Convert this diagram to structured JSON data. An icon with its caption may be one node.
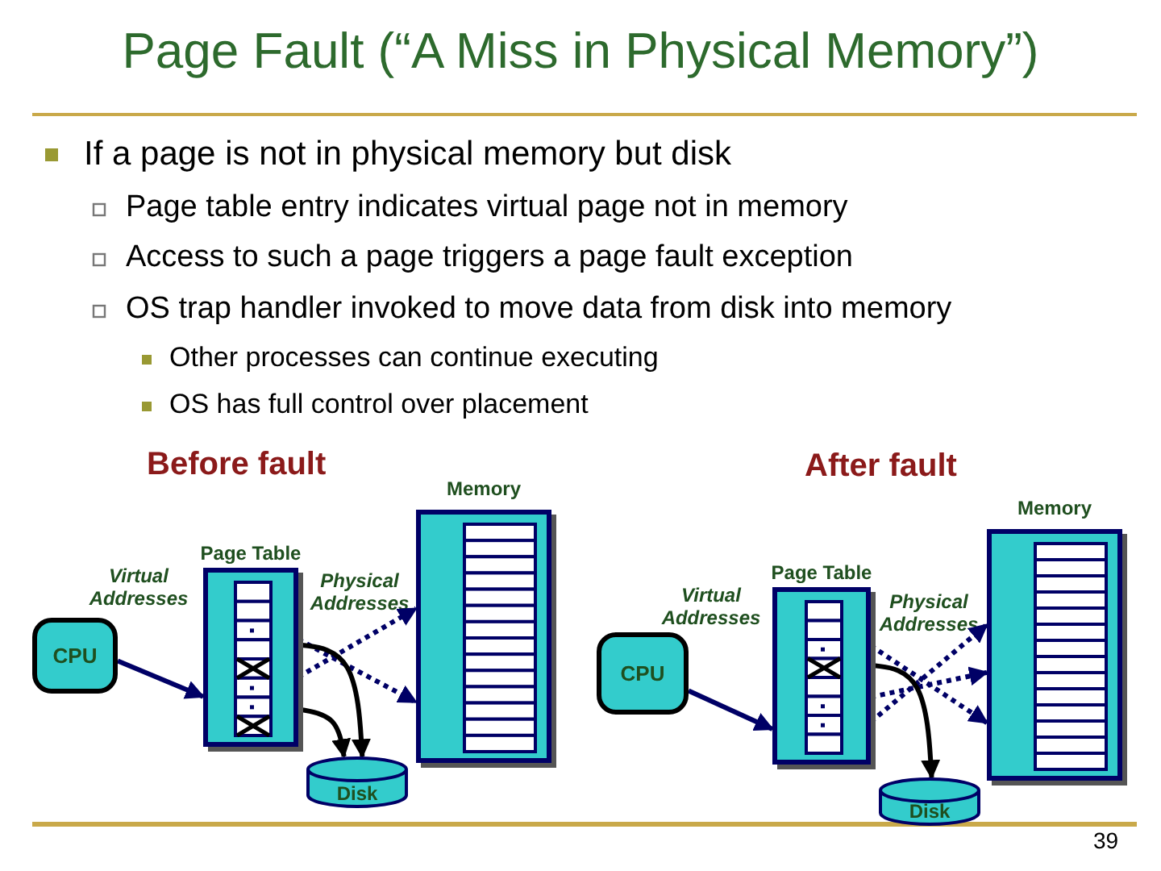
{
  "diagram": {
    "title": "Page Fault (“A Miss in Physical Memory”)",
    "nodes": [
      {
        "text": [
          "CPU"
        ]
      },
      {
        "text": [
          "Page Table"
        ]
      },
      {
        "text": [
          "Memory"
        ]
      },
      {
        "text": [
          "Disk"
        ]
      },
      {
        "text": [
          "CPU"
        ]
      },
      {
        "text": [
          "Page Table"
        ]
      },
      {
        "text": [
          "Memory"
        ]
      },
      {
        "text": [
          "Disk"
        ]
      }
    ],
    "edges": [
      {
        "from": 0,
        "to": 1,
        "arrow": "to"
      },
      {
        "from": 1,
        "to": 2,
        "arrow": "to",
        "style": "dashed"
      },
      {
        "from": 1,
        "to": 2,
        "arrow": "to",
        "style": "dashed"
      },
      {
        "from": 1,
        "to": 3,
        "arrow": "to",
        "color": "#000000"
      },
      {
        "from": 1,
        "to": 3,
        "arrow": "to",
        "color": "#000000"
      },
      {
        "from": 4,
        "to": 5,
        "arrow": "to"
      },
      {
        "from": 5,
        "to": 6,
        "arrow": "to",
        "style": "dashed"
      },
      {
        "from": 5,
        "to": 6,
        "arrow": "to",
        "style": "dashed"
      },
      {
        "from": 5,
        "to": 6,
        "arrow": "to",
        "style": "dashed"
      },
      {
        "from": 5,
        "to": 7,
        "arrow": "to",
        "color": "#000000"
      }
    ],
    "labels": [
      "If a page is not in physical memory but disk",
      "Page table entry indicates virtual page not in memory",
      "Access to such a page triggers a page fault exception",
      "OS trap handler invoked to move data from disk into memory",
      "Other processes can continue executing",
      "OS has full control over placement",
      "Before fault",
      "Virtual Addresses",
      "Physical Addresses",
      "After fault",
      "Virtual Addresses",
      "Physical Addresses",
      "39"
    ]
  }
}
